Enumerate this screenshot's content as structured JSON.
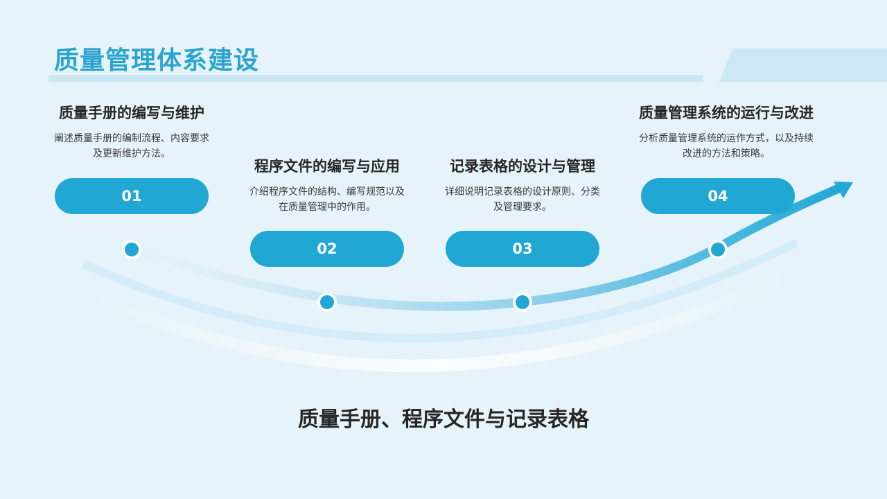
{
  "slide_title": "质量管理体系建设",
  "steps": [
    {
      "number": "01",
      "heading": "质量手册的编写与维护",
      "desc_line1": "阐述质量手册的编制流程、内容要求",
      "desc_line2": "及更新维护方法。"
    },
    {
      "number": "02",
      "heading": "程序文件的编写与应用",
      "desc_line1": "介绍程序文件的结构、编写规范以及",
      "desc_line2": "在质量管理中的作用。"
    },
    {
      "number": "03",
      "heading": "记录表格的设计与管理",
      "desc_line1": "详细说明记录表格的设计原则、分类",
      "desc_line2": "及管理要求。"
    },
    {
      "number": "04",
      "heading": "质量管理系统的运行与改进",
      "desc_line1": "分析质量管理系统的运作方式，以及持续",
      "desc_line2": "改进的方法和策略。"
    }
  ],
  "footer_caption": "质量手册、程序文件与记录表格",
  "colors": {
    "accent": "#21a7d4",
    "title": "#2aa4cf",
    "background": "#e6f3fa",
    "band": "#cbe8f4"
  }
}
